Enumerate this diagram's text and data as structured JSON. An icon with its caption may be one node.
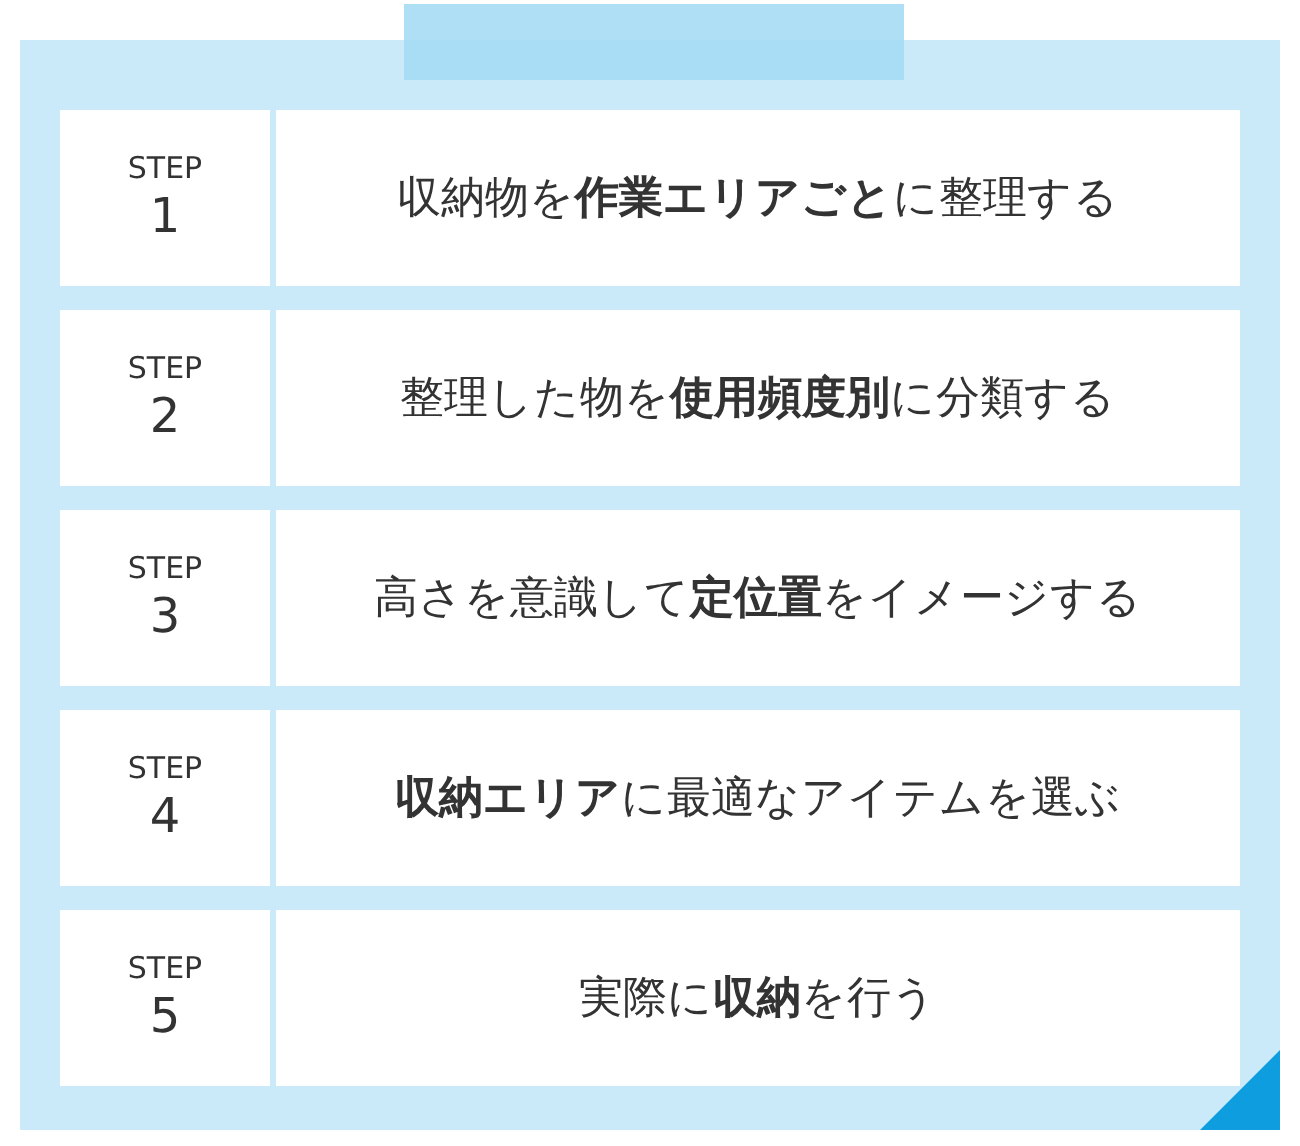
{
  "diagram": {
    "nodes": [
      {
        "text": [
          "STEP",
          "1",
          "収納物を**作業エリアごと**に整理する"
        ]
      },
      {
        "text": [
          "STEP",
          "2",
          "整理した物を**使用頻度別**に分類する"
        ]
      },
      {
        "text": [
          "STEP",
          "3",
          "高さを意識して**定位置**をイメージする"
        ]
      },
      {
        "text": [
          "STEP",
          "4",
          "**収納エリア**に最適なアイテムを選ぶ"
        ]
      },
      {
        "text": [
          "STEP",
          "5",
          "実際に**収納**を行う"
        ]
      }
    ]
  }
}
